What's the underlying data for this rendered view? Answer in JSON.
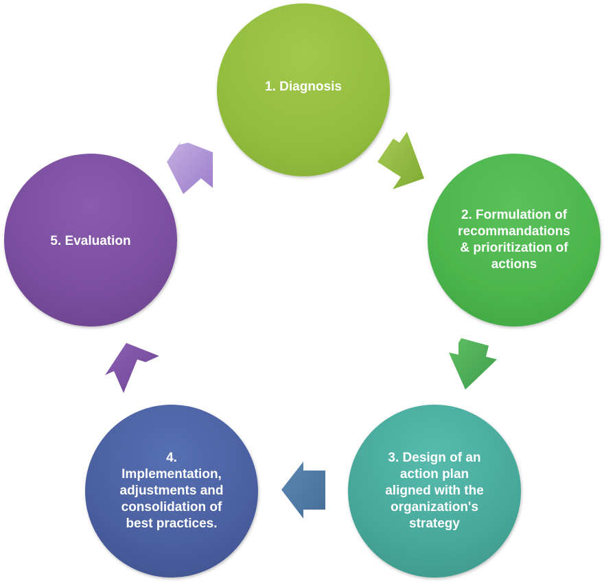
{
  "diagram": {
    "steps": [
      {
        "label": "1. Diagnosis"
      },
      {
        "label": "2. Formulation of\nrecommandations\n& prioritization of\nactions"
      },
      {
        "label": "3. Design of an\naction plan\naligned with the\norganization's\nstrategy"
      },
      {
        "label": "4.\nImplementation,\nadjustments and\nconsolidation of\nbest practices."
      },
      {
        "label": "5. Evaluation"
      }
    ]
  }
}
